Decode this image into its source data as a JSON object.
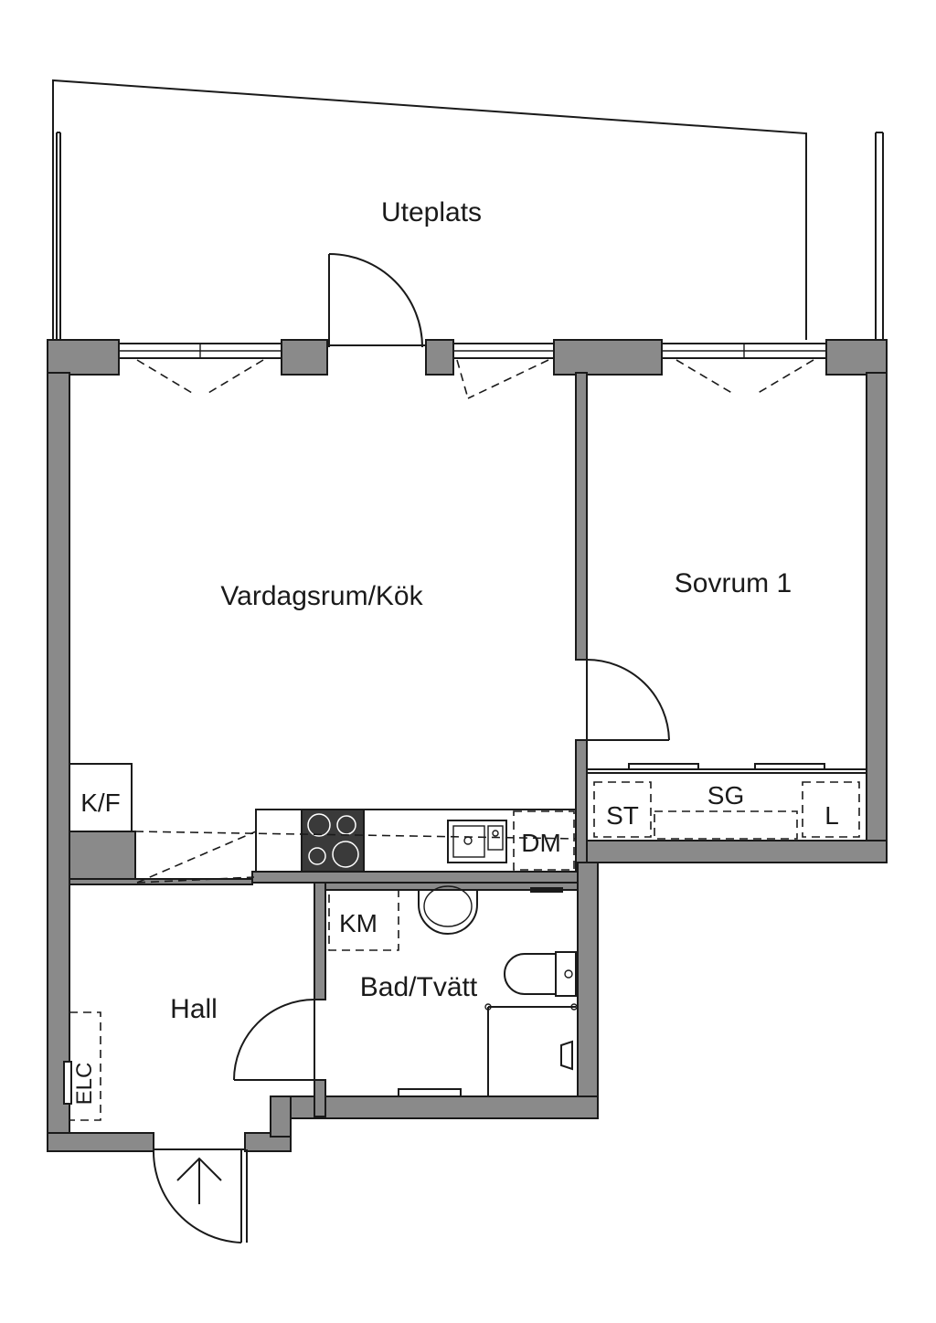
{
  "plan": {
    "rooms": {
      "uteplats": "Uteplats",
      "vardagsrum": "Vardagsrum/Kök",
      "sovrum": "Sovrum 1",
      "hall": "Hall",
      "bad": "Bad/Tvätt"
    },
    "fixtures": {
      "kf": "K/F",
      "dm": "DM",
      "st": "ST",
      "sg": "SG",
      "l": "L",
      "km": "KM",
      "elc": "ELC"
    },
    "colors": {
      "wall_fill": "#8a8a8a",
      "line": "#1a1a1a",
      "stove_top": "#3a3a3a"
    }
  }
}
